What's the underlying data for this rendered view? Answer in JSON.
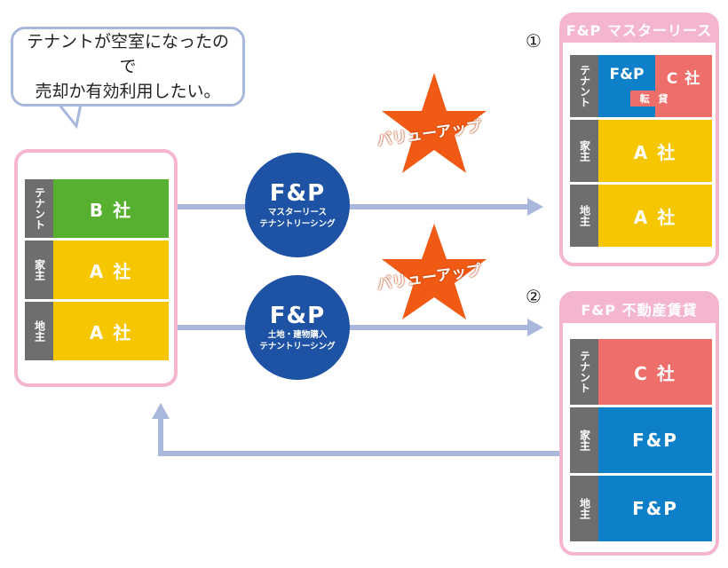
{
  "bubble": {
    "line1": "テナントが空室になったので",
    "line2": "売却か有効利用したい。"
  },
  "left_panel": {
    "rows": [
      {
        "label": "テナント",
        "value": "B 社"
      },
      {
        "label": "家主",
        "value": "A 社"
      },
      {
        "label": "地主",
        "value": "A 社"
      }
    ]
  },
  "flow1": {
    "circle_title": "F&P",
    "circle_line1": "マスターリース",
    "circle_line2": "テナントリーシング",
    "star_label": "バリューアップ"
  },
  "flow2": {
    "circle_title": "F&P",
    "circle_line1": "土地・建物購入",
    "circle_line2": "テナントリーシング",
    "star_label": "バリューアップ"
  },
  "option1": {
    "number": "①",
    "title": "F&P マスターリース",
    "rows": [
      {
        "label": "テナント",
        "value_left": "F&P",
        "value_right": "C 社",
        "sublease": "転 貸"
      },
      {
        "label": "家主",
        "value": "A 社"
      },
      {
        "label": "地主",
        "value": "A 社"
      }
    ]
  },
  "option2": {
    "number": "②",
    "title": "F&P 不動産賃貸",
    "rows": [
      {
        "label": "テナント",
        "value": "C 社"
      },
      {
        "label": "家主",
        "value": "F&P"
      },
      {
        "label": "地主",
        "value": "F&P"
      }
    ]
  },
  "colors": {
    "tenant_b": "#57b030",
    "owner": "#f6c700",
    "tenant_c": "#ee6e6a",
    "fp": "#0d80c9",
    "circle": "#1d52a4",
    "star": "#f05a14",
    "frame": "#f4b5cf",
    "arrow": "#a9b7dc"
  }
}
